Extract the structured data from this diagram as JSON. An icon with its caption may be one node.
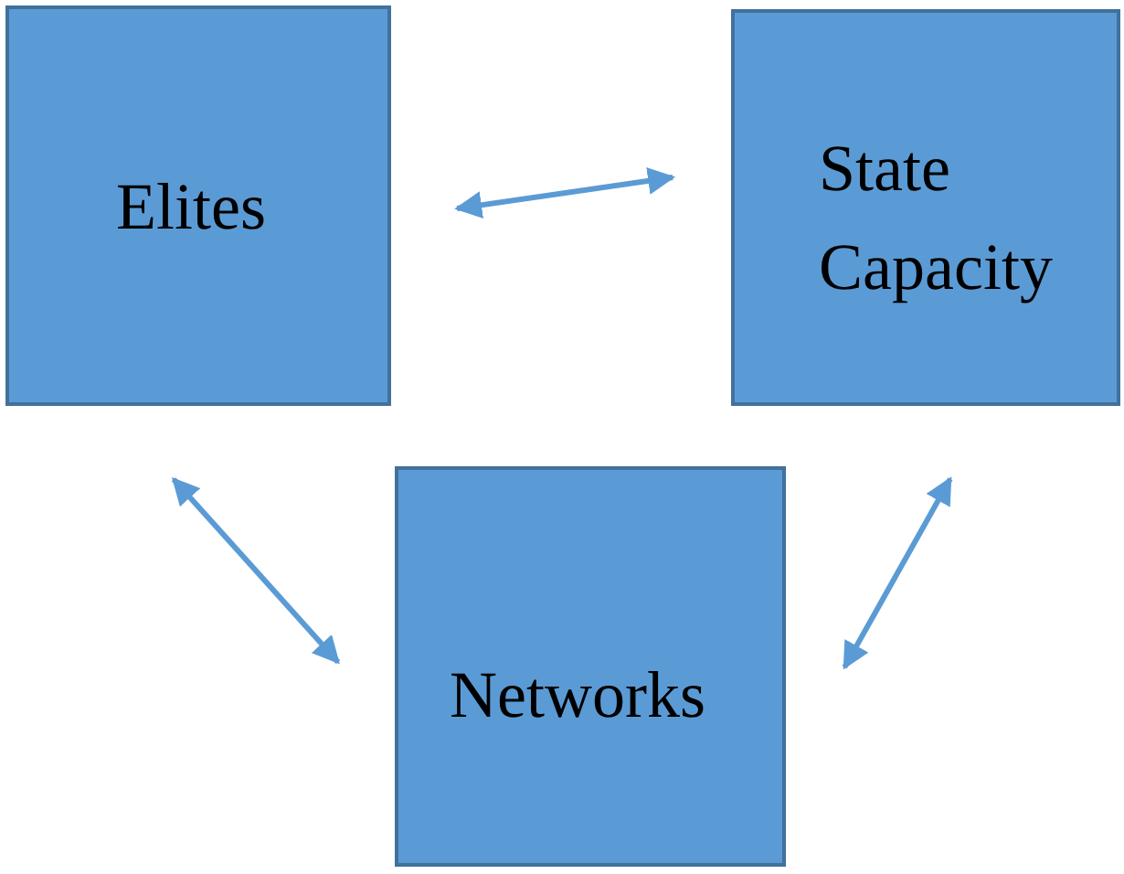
{
  "diagram": {
    "nodes": [
      {
        "text": [
          "Elites"
        ]
      },
      {
        "text": [
          "State Capacity"
        ]
      },
      {
        "text": [
          "Networks"
        ]
      }
    ],
    "edges": [
      {
        "from": 0,
        "to": 1,
        "arrow": "both"
      },
      {
        "from": 0,
        "to": 2,
        "arrow": "both"
      },
      {
        "from": 1,
        "to": 2,
        "arrow": "both"
      }
    ]
  }
}
